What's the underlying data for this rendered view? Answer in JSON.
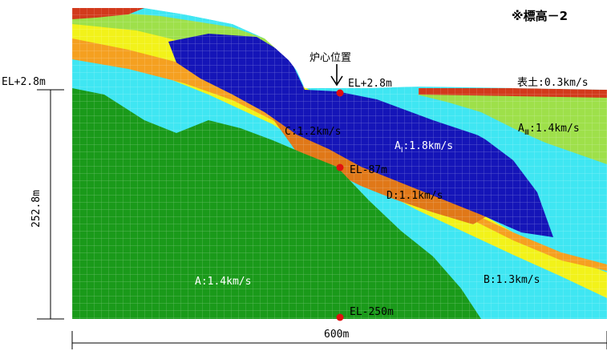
{
  "note": "※標高－2",
  "reactor_label": "炉心位置",
  "elevations": {
    "left_top": "EL+2.8m",
    "reactor_top": "EL+2.8m",
    "mid": "EL-87m",
    "bottom": "EL-250m"
  },
  "dimensions": {
    "height": "252.8m",
    "width": "600m"
  },
  "layers": {
    "topsoil": "表土:0.3km/s",
    "A": "A:1.4km/s",
    "AI_letter": "A",
    "AI_sub": "Ⅰ",
    "AI_speed": ":1.8km/s",
    "AIII_letter": "A",
    "AIII_sub": "Ⅲ",
    "AIII_speed": ":1.4km/s",
    "B": "B:1.3km/s",
    "C": "C:1.2km/s",
    "D": "D:1.1km/s"
  },
  "colors": {
    "A": "#1a9a1a",
    "AI": "#1515b8",
    "AIII": "#9ee04a",
    "B": "#3fe6f2",
    "C": "#f5a020",
    "D": "#e07818",
    "yellow": "#f2f21a",
    "topsoil": "#d23a1c",
    "marker": "#e01010"
  }
}
